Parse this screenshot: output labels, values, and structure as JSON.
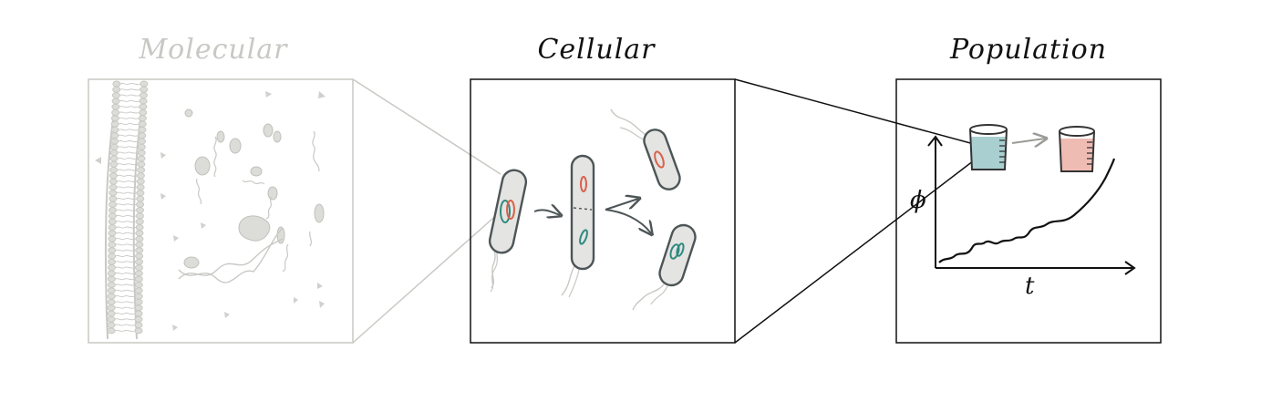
{
  "panels": [
    {
      "title": "Molecular"
    },
    {
      "title": "Cellular"
    },
    {
      "title": "Population"
    }
  ],
  "graph": {
    "x_label": "t",
    "y_label": "ϕ"
  },
  "colors": {
    "faded_gray": "#c8c8c4",
    "cell_outline": "#4d5557",
    "cell_fill": "#e4e4e2",
    "teal": "#2f8a7f",
    "red": "#d9604a",
    "beaker_teal": "#a9cfd0",
    "beaker_pink": "#efbcb4"
  }
}
